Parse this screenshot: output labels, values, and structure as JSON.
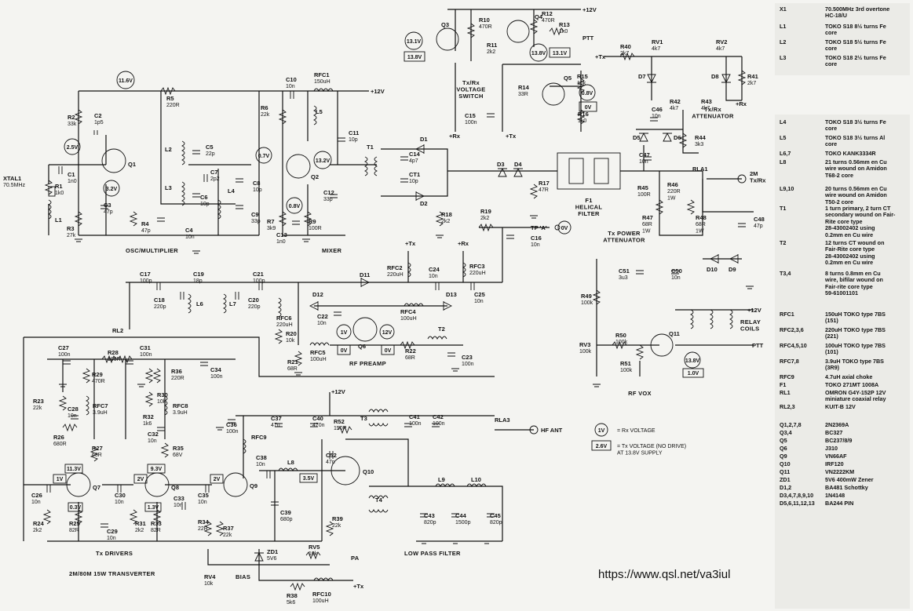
{
  "diagram": {
    "title": "2M/80M 15W TRANSVERTER",
    "credit": "https://www.qsl.net/va3iul",
    "rails": {
      "plus12": "+12V",
      "plus_tx": "+Tx",
      "plus_rx": "+Rx",
      "ptt": "PTT",
      "tx_rx": "Tx/Rx",
      "two_m": "2M\nTx/Rx",
      "hf_ant": "HF ANT",
      "tp_a": "TP 'A'",
      "tp_a_v": "0V"
    },
    "sections": {
      "osc": "OSC/MULTIPLIER",
      "mixer": "MIXER",
      "voltage_switch": "Tx/Rx\nVOLTAGE\nSWITCH",
      "rf_preamp": "RF PREAMP",
      "helical": "F1\nHELICAL\nFILTER",
      "tx_rx_att": "Tx/Rx\nATTENUATOR",
      "tx_power_att": "Tx POWER\nATTENUATOR",
      "rf_vox": "RF VOX",
      "tx_drivers": "Tx DRIVERS",
      "bias": "BIAS",
      "pa": "PA",
      "lpf": "LOW PASS FILTER",
      "relay_coils": "RELAY\nCOILS"
    },
    "legend": {
      "rx": "= Rx VOLTAGE",
      "rx_sym": "1V",
      "tx": "= Tx VOLTAGE (NO DRIVE)\nAT 13.8V SUPPLY",
      "tx_sym": "2.6V"
    },
    "voltages": [
      "11.6V",
      "2.5V",
      "3.2V",
      "0.7V",
      "13.2V",
      "0.8V",
      "13.1V",
      "13.8V",
      "13.8V",
      "13.1V",
      "0.8V",
      "0V",
      "1V",
      "0V",
      "12V",
      "0V",
      "11.3V",
      "0.3V",
      "1V",
      "2V",
      "9.3V",
      "1.3V",
      "2V",
      "3.5V",
      "13.8V",
      "1.0V"
    ],
    "components": [
      {
        "ref": "XTAL1",
        "val": "70.5MHz"
      },
      {
        "ref": "R1",
        "val": "1k0"
      },
      {
        "ref": "C1",
        "val": "1n0"
      },
      {
        "ref": "L1",
        "val": ""
      },
      {
        "ref": "R2",
        "val": "33k"
      },
      {
        "ref": "C2",
        "val": "1p5"
      },
      {
        "ref": "Q1",
        "val": ""
      },
      {
        "ref": "C3",
        "val": "47p"
      },
      {
        "ref": "R3",
        "val": "27k"
      },
      {
        "ref": "R4",
        "val": "47p"
      },
      {
        "ref": "R5",
        "val": "220R"
      },
      {
        "ref": "L2",
        "val": ""
      },
      {
        "ref": "C5",
        "val": "22p"
      },
      {
        "ref": "L3",
        "val": ""
      },
      {
        "ref": "C6",
        "val": "10p"
      },
      {
        "ref": "C7",
        "val": "2p2"
      },
      {
        "ref": "L4",
        "val": ""
      },
      {
        "ref": "C4",
        "val": "10n"
      },
      {
        "ref": "C8",
        "val": "10p"
      },
      {
        "ref": "C9",
        "val": "33p"
      },
      {
        "ref": "R6",
        "val": "22k"
      },
      {
        "ref": "C10",
        "val": "10n"
      },
      {
        "ref": "RFC1",
        "val": "150uH"
      },
      {
        "ref": "L5",
        "val": ""
      },
      {
        "ref": "Q2",
        "val": ""
      },
      {
        "ref": "R7",
        "val": "3k9"
      },
      {
        "ref": "C13",
        "val": "1n0"
      },
      {
        "ref": "R9",
        "val": "100R"
      },
      {
        "ref": "C11",
        "val": "10p"
      },
      {
        "ref": "C12",
        "val": "33p"
      },
      {
        "ref": "T1",
        "val": ""
      },
      {
        "ref": "C14",
        "val": "4p7"
      },
      {
        "ref": "CT1",
        "val": "10p"
      },
      {
        "ref": "D1",
        "val": ""
      },
      {
        "ref": "D2",
        "val": ""
      },
      {
        "ref": "R18",
        "val": "2k2"
      },
      {
        "ref": "D3",
        "val": ""
      },
      {
        "ref": "D4",
        "val": ""
      },
      {
        "ref": "R17",
        "val": "47R"
      },
      {
        "ref": "R19",
        "val": "2k2"
      },
      {
        "ref": "C16",
        "val": "10n"
      },
      {
        "ref": "Q3",
        "val": ""
      },
      {
        "ref": "R10",
        "val": "470R"
      },
      {
        "ref": "R11",
        "val": "2k2"
      },
      {
        "ref": "Q4",
        "val": ""
      },
      {
        "ref": "R12",
        "val": "470R"
      },
      {
        "ref": "R13",
        "val": "1k0"
      },
      {
        "ref": "R14",
        "val": "33R"
      },
      {
        "ref": "Q5",
        "val": ""
      },
      {
        "ref": "R15",
        "val": "10k"
      },
      {
        "ref": "R16",
        "val": "1k0"
      },
      {
        "ref": "C15",
        "val": "100n"
      },
      {
        "ref": "R40",
        "val": "2k7"
      },
      {
        "ref": "RV1",
        "val": "4k7"
      },
      {
        "ref": "RV2",
        "val": "4k7"
      },
      {
        "ref": "R41",
        "val": "2k7"
      },
      {
        "ref": "D7",
        "val": ""
      },
      {
        "ref": "D8",
        "val": ""
      },
      {
        "ref": "R42",
        "val": "4k7"
      },
      {
        "ref": "R43",
        "val": "4k7"
      },
      {
        "ref": "C46",
        "val": "10n"
      },
      {
        "ref": "D5",
        "val": ""
      },
      {
        "ref": "D6",
        "val": ""
      },
      {
        "ref": "R44",
        "val": "3k3"
      },
      {
        "ref": "C47",
        "val": "10n"
      },
      {
        "ref": "R45",
        "val": "100R"
      },
      {
        "ref": "R46",
        "val": "220R 1W"
      },
      {
        "ref": "R47",
        "val": "68R 1W"
      },
      {
        "ref": "R48",
        "val": "68R 1W"
      },
      {
        "ref": "RLA1",
        "val": ""
      },
      {
        "ref": "C48",
        "val": "47p"
      },
      {
        "ref": "C51",
        "val": "3u3"
      },
      {
        "ref": "C50",
        "val": "10n"
      },
      {
        "ref": "D10",
        "val": ""
      },
      {
        "ref": "D9",
        "val": ""
      },
      {
        "ref": "R49",
        "val": "100k"
      },
      {
        "ref": "RV3",
        "val": "100k"
      },
      {
        "ref": "R50",
        "val": "100k"
      },
      {
        "ref": "R51",
        "val": "100k"
      },
      {
        "ref": "Q11",
        "val": ""
      },
      {
        "ref": "C17",
        "val": "100p"
      },
      {
        "ref": "C18",
        "val": "220p"
      },
      {
        "ref": "C19",
        "val": "18p"
      },
      {
        "ref": "L6",
        "val": ""
      },
      {
        "ref": "L7",
        "val": ""
      },
      {
        "ref": "C20",
        "val": "220p"
      },
      {
        "ref": "C21",
        "val": "100p"
      },
      {
        "ref": "RFC6",
        "val": "220uH"
      },
      {
        "ref": "R20",
        "val": "10k"
      },
      {
        "ref": "D11",
        "val": ""
      },
      {
        "ref": "D12",
        "val": ""
      },
      {
        "ref": "D13",
        "val": ""
      },
      {
        "ref": "RFC2",
        "val": "220uH"
      },
      {
        "ref": "C24",
        "val": "10n"
      },
      {
        "ref": "RFC3",
        "val": "220uH"
      },
      {
        "ref": "C25",
        "val": "10n"
      },
      {
        "ref": "C22",
        "val": "10n"
      },
      {
        "ref": "RFC4",
        "val": "100uH"
      },
      {
        "ref": "Q6",
        "val": ""
      },
      {
        "ref": "T2",
        "val": ""
      },
      {
        "ref": "R21",
        "val": "68R"
      },
      {
        "ref": "RFC5",
        "val": "100uH"
      },
      {
        "ref": "R22",
        "val": "68R"
      },
      {
        "ref": "C23",
        "val": "100n"
      },
      {
        "ref": "RL2",
        "val": ""
      },
      {
        "ref": "C27",
        "val": "100n"
      },
      {
        "ref": "R28",
        "val": "100R"
      },
      {
        "ref": "C31",
        "val": "100n"
      },
      {
        "ref": "C34",
        "val": "100n"
      },
      {
        "ref": "R29",
        "val": "470R"
      },
      {
        "ref": "RFC7",
        "val": "3.9uH"
      },
      {
        "ref": "R36",
        "val": "220R"
      },
      {
        "ref": "RFC8",
        "val": "3.9uH"
      },
      {
        "ref": "R23",
        "val": "22k"
      },
      {
        "ref": "C28",
        "val": "10n"
      },
      {
        "ref": "R26",
        "val": "680R"
      },
      {
        "ref": "R27",
        "val": "68R"
      },
      {
        "ref": "R30",
        "val": "10k"
      },
      {
        "ref": "R32",
        "val": "1k6"
      },
      {
        "ref": "C32",
        "val": "10n"
      },
      {
        "ref": "R35",
        "val": "68V"
      },
      {
        "ref": "Q7",
        "val": ""
      },
      {
        "ref": "C26",
        "val": "10n"
      },
      {
        "ref": "C30",
        "val": "10n"
      },
      {
        "ref": "Q8",
        "val": ""
      },
      {
        "ref": "C33",
        "val": "10n"
      },
      {
        "ref": "C35",
        "val": "10n"
      },
      {
        "ref": "R24",
        "val": "2k2"
      },
      {
        "ref": "R25",
        "val": "82R"
      },
      {
        "ref": "C29",
        "val": "10n"
      },
      {
        "ref": "R31",
        "val": "2k2"
      },
      {
        "ref": "R33",
        "val": "82R"
      },
      {
        "ref": "R34",
        "val": "22R"
      },
      {
        "ref": "RV4",
        "val": "10k"
      },
      {
        "ref": "Q9",
        "val": ""
      },
      {
        "ref": "C36",
        "val": "100n"
      },
      {
        "ref": "RFC9",
        "val": ""
      },
      {
        "ref": "C37",
        "val": "47u"
      },
      {
        "ref": "C40",
        "val": "470n"
      },
      {
        "ref": "R52",
        "val": "150R"
      },
      {
        "ref": "C38",
        "val": "10n"
      },
      {
        "ref": "L8",
        "val": ""
      },
      {
        "ref": "C52",
        "val": "47n"
      },
      {
        "ref": "C39",
        "val": "680p"
      },
      {
        "ref": "Q10",
        "val": ""
      },
      {
        "ref": "T3",
        "val": ""
      },
      {
        "ref": "C41",
        "val": "100n"
      },
      {
        "ref": "C42",
        "val": "100n"
      },
      {
        "ref": "T4",
        "val": ""
      },
      {
        "ref": "L9",
        "val": ""
      },
      {
        "ref": "L10",
        "val": ""
      },
      {
        "ref": "C43",
        "val": "820p"
      },
      {
        "ref": "C44",
        "val": "1500p"
      },
      {
        "ref": "C45",
        "val": "820p"
      },
      {
        "ref": "R39",
        "val": "22k"
      },
      {
        "ref": "ZD1",
        "val": "5V6"
      },
      {
        "ref": "RV5",
        "val": "10k"
      },
      {
        "ref": "R38",
        "val": "5k6"
      },
      {
        "ref": "RFC10",
        "val": "100uH"
      },
      {
        "ref": "RLA3",
        "val": ""
      },
      {
        "ref": "R37",
        "val": "22k"
      }
    ]
  },
  "parts_list": [
    {
      "ref": "X1",
      "desc": "70.500MHz 3rd overtone\nHC-18/U"
    },
    {
      "ref": "L1",
      "desc": "TOKO S18 8½ turns Fe\ncore"
    },
    {
      "ref": "L2",
      "desc": "TOKO S18 5½ turns Fe\ncore"
    },
    {
      "ref": "L3",
      "desc": "TOKO S18 2½ turns Fe\ncore"
    },
    {
      "ref": "L4",
      "desc": "TOKO S18 3½ turns Fe\ncore"
    },
    {
      "ref": "L5",
      "desc": "TOKO S18 3½ turns Al\ncore"
    },
    {
      "ref": "L6,7",
      "desc": "TOKO KANK3334R"
    },
    {
      "ref": "L8",
      "desc": "21 turns 0.56mm en Cu\nwire wound on Amidon\nT68-2 core"
    },
    {
      "ref": "L9,10",
      "desc": "20 turns 0.56mm en Cu\nwire wound on Amidon\nT50-2 core"
    },
    {
      "ref": "T1",
      "desc": "1 turn primary, 2 turn CT\nsecondary wound on Fair-\nRite core type\n28-43002402 using\n0.2mm en Cu wire"
    },
    {
      "ref": "T2",
      "desc": "12 turns CT wound on\nFair-Rite core type\n28-43002402 using\n0.2mm en Cu wire"
    },
    {
      "ref": "T3,4",
      "desc": "8 turns 0.8mm en Cu\nwire, bifilar wound on\nFair-rite core type\n59-61001101"
    },
    {
      "ref": "RFC1",
      "desc": "150uH TOKO type 7BS\n(151)"
    },
    {
      "ref": "RFC2,3,6",
      "desc": "220uH TOKO type 7BS\n(221)"
    },
    {
      "ref": "RFC4,5,10",
      "desc": "100uH TOKO type 7BS\n(101)"
    },
    {
      "ref": "RFC7,8",
      "desc": "3.9uH TOKO type 7BS\n(3R9)"
    },
    {
      "ref": "RFC9",
      "desc": "4.7uH axial choke"
    },
    {
      "ref": "F1",
      "desc": "TOKO 271MT 1008A"
    },
    {
      "ref": "RL1",
      "desc": "OMRON G4Y-152P 12V\nminiature coaxial relay"
    },
    {
      "ref": "RL2,3",
      "desc": "KUIT-B 12V"
    },
    {
      "ref": "Q1,2,7,8",
      "desc": "2N2369A"
    },
    {
      "ref": "Q3,4",
      "desc": "BC327"
    },
    {
      "ref": "Q5",
      "desc": "BC237/8/9"
    },
    {
      "ref": "Q6",
      "desc": "J310"
    },
    {
      "ref": "Q9",
      "desc": "VN66AF"
    },
    {
      "ref": "Q10",
      "desc": "IRF120"
    },
    {
      "ref": "Q11",
      "desc": "VN2222KM"
    },
    {
      "ref": "ZD1",
      "desc": "5V6 400mW Zener"
    },
    {
      "ref": "D1,2",
      "desc": "BA481 Schottky"
    },
    {
      "ref": "D3,4,7,8,9,10",
      "desc": "1N4148"
    },
    {
      "ref": "D5,6,11,12,13",
      "desc": "BA244 PIN"
    }
  ]
}
